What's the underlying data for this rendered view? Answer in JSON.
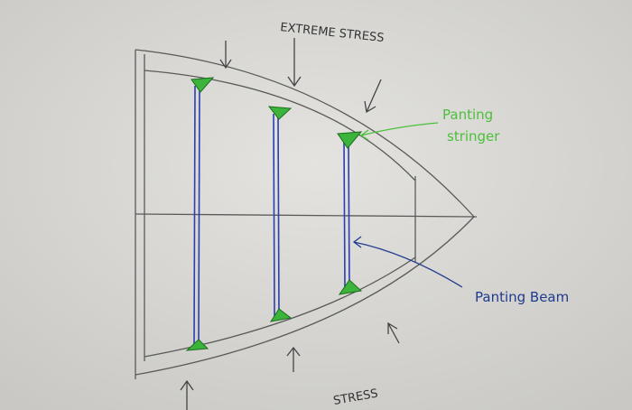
{
  "labels": {
    "top_stress": "EXTREME STRESS",
    "bottom_stress": "STRESS",
    "stringer_line1": "Panting",
    "stringer_line2": "stringer",
    "beam": "Panting Beam"
  },
  "colors": {
    "paper": "#d9d8d4",
    "pencil": "#5a5a5a",
    "beam": "#2a3fb0",
    "bracket": "#3cb43c",
    "stringer_label": "#4cbf3c",
    "beam_label": "#1f3a8f"
  }
}
